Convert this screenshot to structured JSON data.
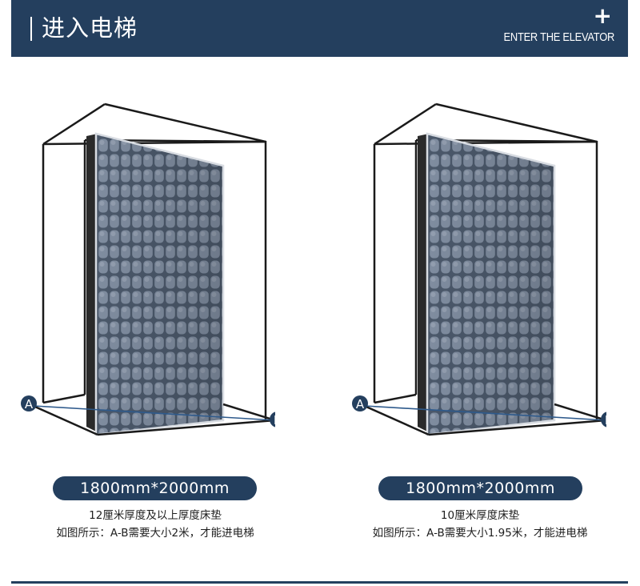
{
  "header": {
    "title": "进入电梯",
    "plus": "+",
    "subtitle_en": "ENTER THE ELEVATOR"
  },
  "panels": [
    {
      "point_a": "A",
      "point_b": "B",
      "size_label": "1800mm*2000mm",
      "caption_line1": "12厘米厚度及以上厚度床垫",
      "caption_line2": "如图所示：A-B需要大小2米，才能进电梯"
    },
    {
      "point_a": "A",
      "point_b": "B",
      "size_label": "1800mm*2000mm",
      "caption_line1": "10厘米厚度床垫",
      "caption_line2": "如图所示：A-B需要大小1.95米，才能进电梯"
    }
  ],
  "colors": {
    "navy": "#243f5e",
    "mattress_grey": "#6e7e93",
    "diagonal_line": "#2e5a8c"
  }
}
